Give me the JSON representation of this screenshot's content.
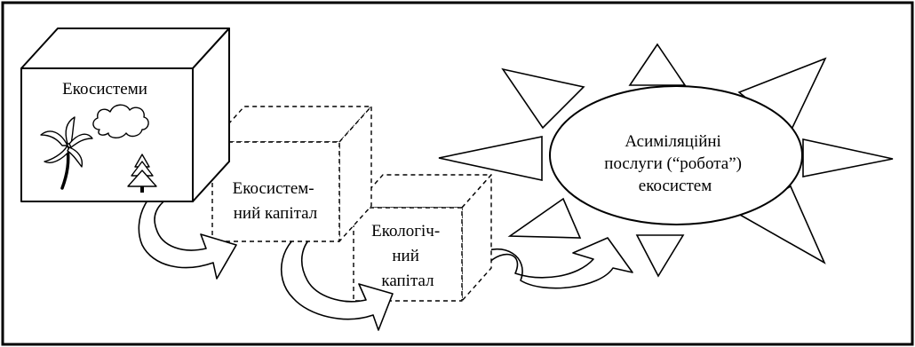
{
  "diagram": {
    "ecosystems_label": "Екосистеми",
    "ecosystem_capital_label": [
      "Екосистем-",
      "ний капітал"
    ],
    "ecological_capital_label": [
      "Екологіч-",
      "ний",
      "капітал"
    ],
    "services_label": [
      "Асиміляційні",
      "послуги (“робота”)",
      "екосистем"
    ]
  }
}
